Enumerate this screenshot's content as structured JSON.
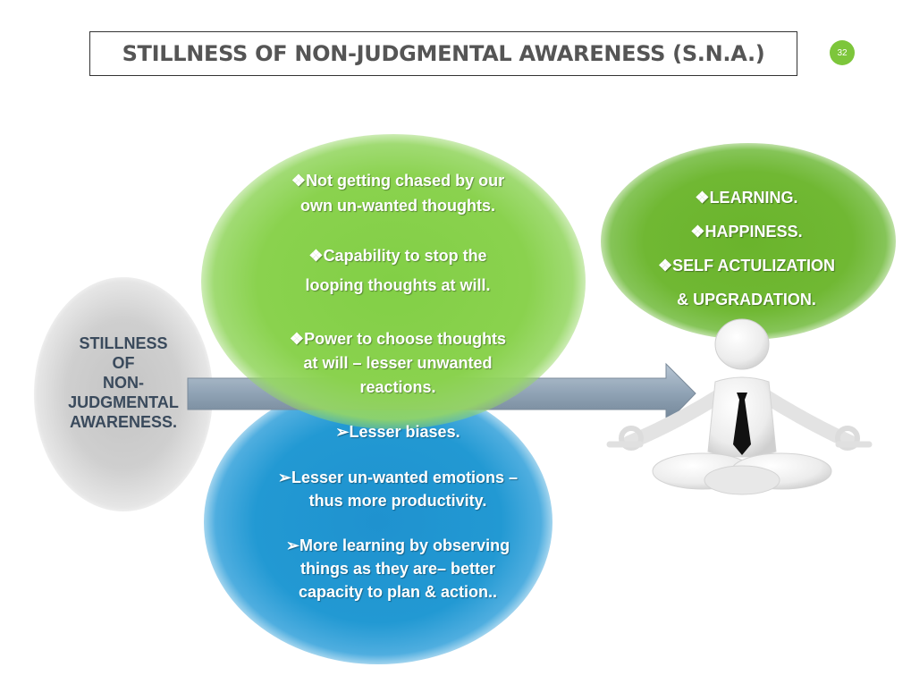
{
  "header": {
    "title": "STILLNESS OF NON-JUDGMENTAL AWARENESS (S.N.A.)",
    "page_number": "32"
  },
  "left": {
    "label_lines": [
      "STILLNESS",
      "OF",
      "NON-",
      "JUDGMENTAL",
      "AWARENESS."
    ]
  },
  "green_bubble": {
    "items": [
      {
        "bullet": "❖",
        "lines": [
          "Not getting chased by our",
          "own un-wanted thoughts."
        ]
      },
      {
        "bullet": "❖",
        "lines": [
          "Capability to stop the",
          "looping thoughts at will."
        ]
      },
      {
        "bullet": "❖",
        "lines": [
          "Power to choose thoughts",
          "at will – lesser unwanted",
          "reactions."
        ]
      }
    ]
  },
  "blue_bubble": {
    "items": [
      {
        "bullet": "➢",
        "lines": [
          "Lesser biases."
        ]
      },
      {
        "bullet": "➢",
        "lines": [
          "Lesser un-wanted emotions –",
          "thus more productivity."
        ]
      },
      {
        "bullet": "➢",
        "lines": [
          "More learning by observing",
          "things as they are– better",
          "capacity to plan & action.."
        ]
      }
    ]
  },
  "right_bubble": {
    "items": [
      {
        "bullet": "❖",
        "lines": [
          "LEARNING."
        ]
      },
      {
        "bullet": "❖",
        "lines": [
          "HAPPINESS."
        ]
      },
      {
        "bullet": "❖",
        "lines": [
          "SELF ACTULIZATION",
          "& UPGRADATION."
        ]
      }
    ]
  },
  "figure": {
    "icon": "meditating-person-icon"
  },
  "colors": {
    "green": "#8ad24e",
    "dark_green": "#6ab42c",
    "blue": "#2299d3",
    "grey": "#c8c8c8",
    "badge": "#7dc63b"
  }
}
